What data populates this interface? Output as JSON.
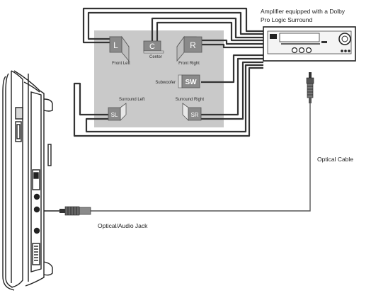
{
  "amplifier": {
    "label_line1": "Amplifier equipped with a Dolby",
    "label_line2": "Pro Logic Surround"
  },
  "speakers": {
    "front_left": {
      "letter": "L",
      "label": "Front Left"
    },
    "center": {
      "letter": "C",
      "label": "Center"
    },
    "front_right": {
      "letter": "R",
      "label": "Front Right"
    },
    "subwoofer": {
      "letter": "SW",
      "label": "Subwoofer"
    },
    "surround_left": {
      "letter": "SL",
      "label": "Surround Left"
    },
    "surround_right": {
      "letter": "SR",
      "label": "Surround Right"
    }
  },
  "cables": {
    "optical_cable": "Optical Cable",
    "optical_audio_jack": "Optical/Audio Jack"
  },
  "colors": {
    "room_panel": "#c9c9c9",
    "speaker_box": "#8a8a8a",
    "wire": "#333333"
  }
}
